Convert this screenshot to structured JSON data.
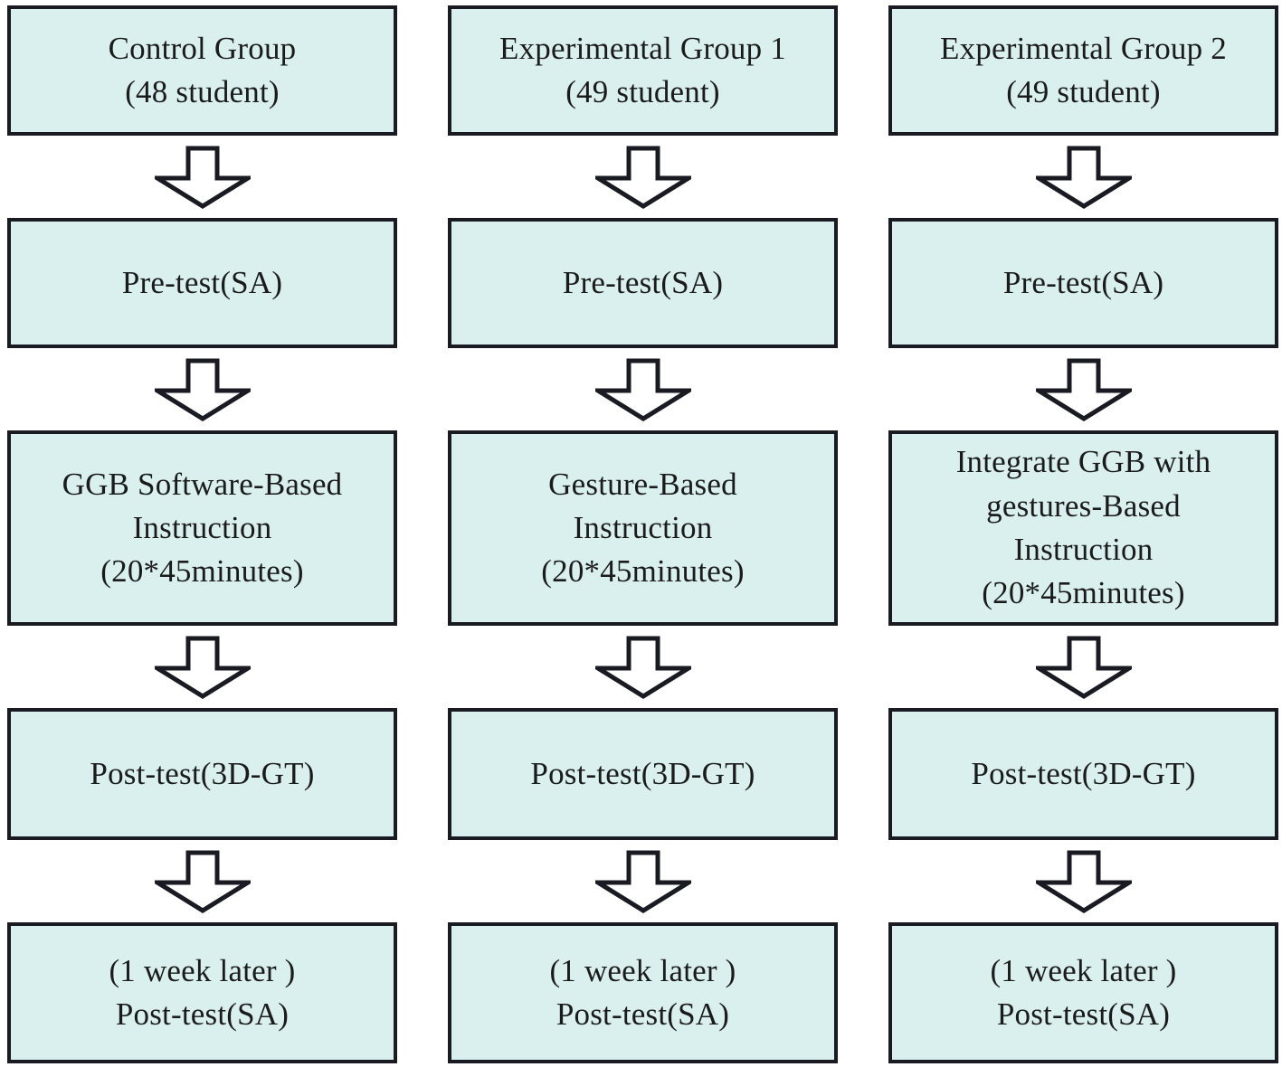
{
  "figure": {
    "type": "flowchart",
    "description": "Three-group experimental study design flow diagram",
    "colors": {
      "background": "#ffffff",
      "box_fill": "#d9f0ef",
      "box_border": "#1a1a23",
      "text": "#1b1b1b",
      "arrow_fill": "#ffffff",
      "arrow_outline": "#1a1a23"
    }
  },
  "columns": [
    {
      "name": "control-group",
      "steps": [
        {
          "text": "Control Group\n(48 student)"
        },
        {
          "text": "Pre-test(SA)"
        },
        {
          "text": "GGB Software-Based\nInstruction\n(20*45minutes)"
        },
        {
          "text": "Post-test(3D-GT)"
        },
        {
          "text": "(1 week later )\nPost-test(SA)"
        }
      ]
    },
    {
      "name": "experimental-group-1",
      "steps": [
        {
          "text": "Experimental Group 1\n(49 student)"
        },
        {
          "text": "Pre-test(SA)"
        },
        {
          "text": "Gesture-Based\nInstruction\n(20*45minutes)"
        },
        {
          "text": "Post-test(3D-GT)"
        },
        {
          "text": "(1 week later )\nPost-test(SA)"
        }
      ]
    },
    {
      "name": "experimental-group-2",
      "steps": [
        {
          "text": "Experimental Group 2\n(49 student)"
        },
        {
          "text": "Pre-test(SA)"
        },
        {
          "text": "Integrate GGB with\ngestures-Based\nInstruction\n(20*45minutes)"
        },
        {
          "text": "Post-test(3D-GT)"
        },
        {
          "text": "(1 week later )\nPost-test(SA)"
        }
      ]
    }
  ]
}
